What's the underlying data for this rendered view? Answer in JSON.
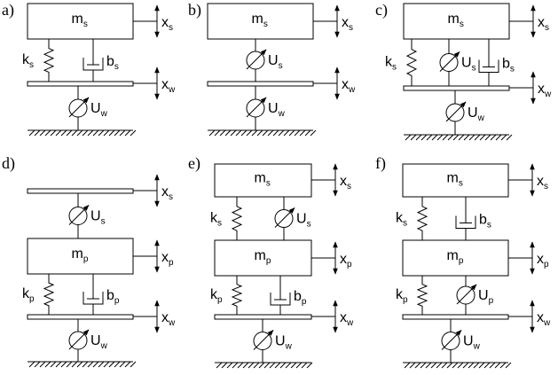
{
  "colors": {
    "ink": "#000000",
    "background": "#ffffff"
  },
  "panels": [
    {
      "label": "a)"
    },
    {
      "label": "b)"
    },
    {
      "label": "c)"
    },
    {
      "label": "d)"
    },
    {
      "label": "e)"
    },
    {
      "label": "f)"
    }
  ],
  "symbols": {
    "m": "m",
    "k": "k",
    "b": "b",
    "U": "U",
    "x": "x",
    "s": "s",
    "p": "p",
    "w": "w"
  },
  "icons": [
    "spring-icon",
    "damper-icon",
    "actuator-icon",
    "ground-hatch-icon",
    "double-arrow-icon"
  ]
}
